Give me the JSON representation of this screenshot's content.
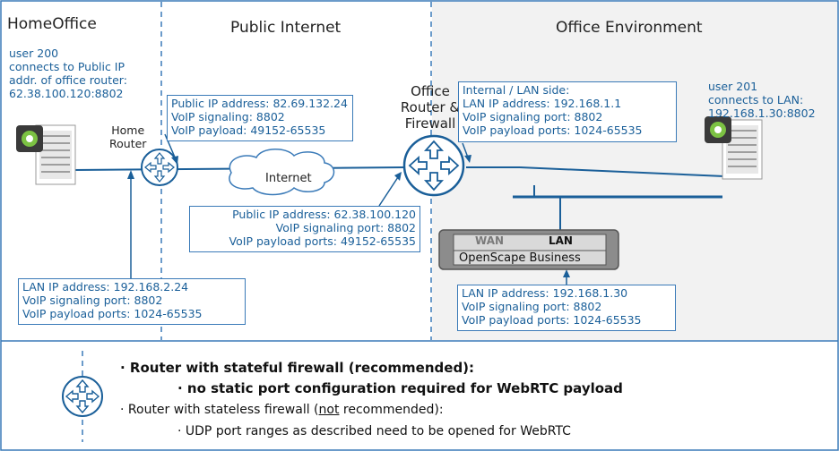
{
  "zones": {
    "home": "HomeOffice",
    "internet": "Public Internet",
    "office": "Office Environment"
  },
  "user200": [
    "user 200",
    "connects to Public IP",
    "addr. of office router:",
    "62.38.100.120:8802"
  ],
  "user201": [
    "user 201",
    "connects to LAN:",
    "192.168.1.30:8802"
  ],
  "home_router_label": [
    "Home",
    "Router"
  ],
  "office_router_label": [
    "Office",
    "Router &",
    "Firewall"
  ],
  "cloud_label": "Internet",
  "home_public_box": [
    "Public IP address: 82.69.132.24",
    "VoIP signaling: 8802",
    "VoIP payload: 49152-65535"
  ],
  "office_public_box": [
    "Public IP address: 62.38.100.120",
    "VoIP signaling port: 8802",
    "VoIP payload ports: 49152-65535"
  ],
  "office_lan_box": [
    "Internal / LAN side:",
    "LAN IP address: 192.168.1.1",
    "VoIP signaling port: 8802",
    "VoIP payload ports: 1024-65535"
  ],
  "home_lan_box": [
    "LAN IP address: 192.168.2.24",
    "VoIP signaling port: 8802",
    "VoIP payload ports: 1024-65535"
  ],
  "osb_lan_box": [
    "LAN IP address: 192.168.1.30",
    "VoIP signaling port: 8802",
    "VoIP payload ports: 1024-65535"
  ],
  "osb": {
    "wan": "WAN",
    "lan": "LAN",
    "name": "OpenScape Business"
  },
  "legend": {
    "line1": "Router with stateful firewall (recommended):",
    "line2": "no static port configuration required for WebRTC payload",
    "line3_pre": "Router with stateless firewall (",
    "line3_not": "not",
    "line3_post": " recommended):",
    "line4": "UDP port ranges as described need to be opened for WebRTC"
  },
  "colors": {
    "border": "#3a7ab8",
    "text_blue": "#1a5f99",
    "office_bg": "#f2f2f2",
    "osb_bg": "#8c8c8c"
  }
}
